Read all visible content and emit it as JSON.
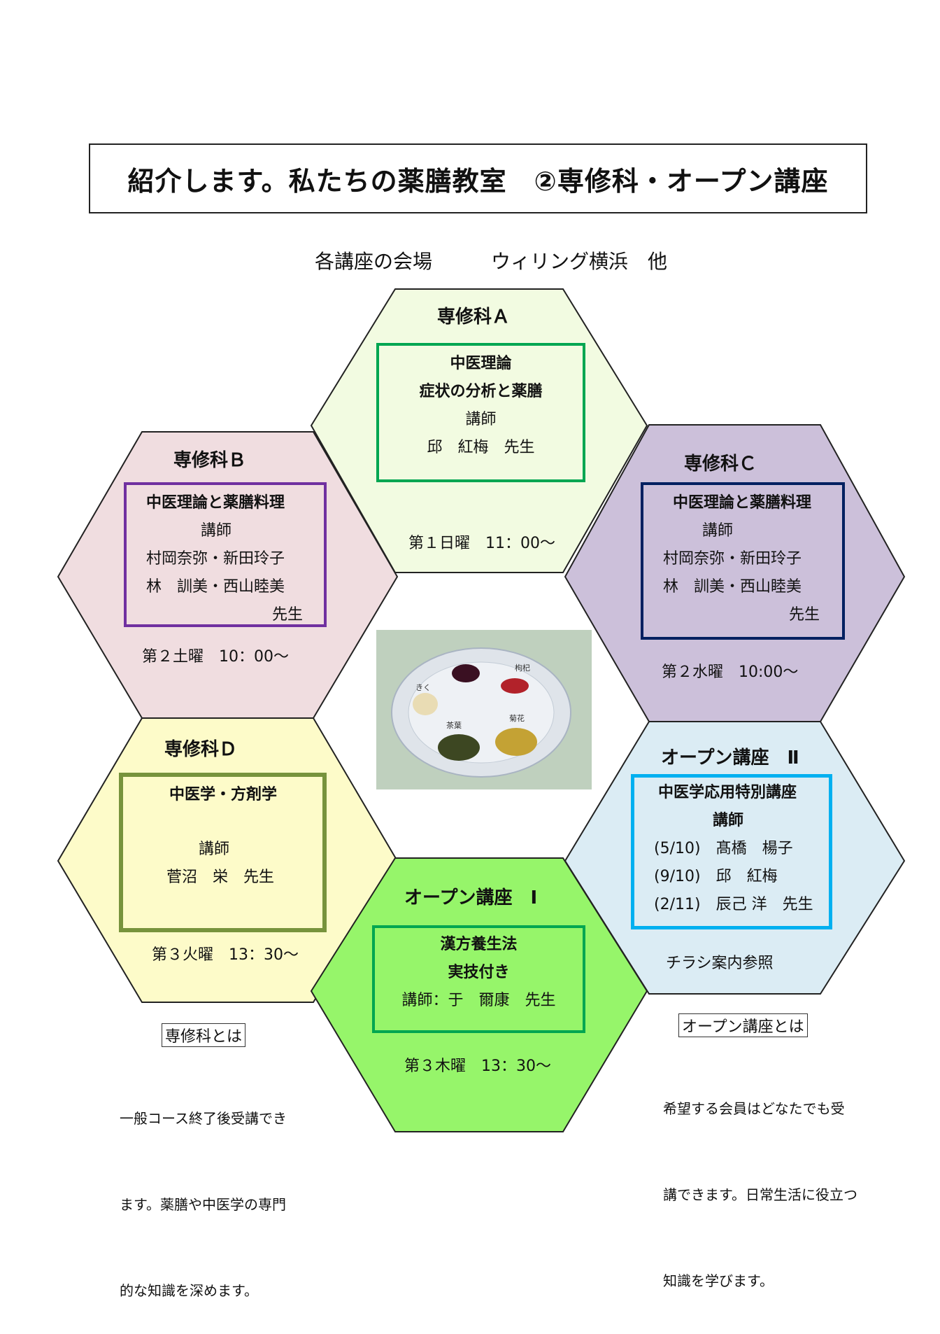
{
  "header": {
    "title": "紹介します。私たちの薬膳教室　②専修科・オープン講座",
    "venue": "各講座の会場　　　ウィリング横浜　他"
  },
  "colors": {
    "hex_a": "#f2fbe1",
    "hex_b": "#f0dde0",
    "hex_c": "#ccc0da",
    "hex_d": "#fdfbc9",
    "hex_open1": "#96f56a",
    "hex_open2": "#dbecf4",
    "border_a": "#00a651",
    "border_b": "#7030a0",
    "border_c": "#002060",
    "border_d": "#77933c",
    "border_open1": "#00a651",
    "border_open2": "#00b0f0"
  },
  "courses": {
    "a": {
      "title": "専修科Ａ",
      "subject1": "中医理論",
      "subject2": "症状の分析と薬膳",
      "teacher_label": "講師",
      "teacher": "邱　紅梅　先生",
      "schedule": "第１日曜　11：00～"
    },
    "b": {
      "title": "専修科Ｂ",
      "subject": "中医理論と薬膳料理",
      "teacher_label": "講師",
      "teacher1": "村岡奈弥・新田玲子",
      "teacher2": "林　訓美・西山睦美",
      "suffix": "先生",
      "schedule": "第２土曜　10：00～"
    },
    "c": {
      "title": "専修科Ｃ",
      "subject": "中医理論と薬膳料理",
      "teacher_label": "講師",
      "teacher1": "村岡奈弥・新田玲子",
      "teacher2": "林　訓美・西山睦美",
      "suffix": "先生",
      "schedule": "第２水曜　10:00～"
    },
    "d": {
      "title": "専修科Ｄ",
      "subject": "中医学・方剤学",
      "teacher_label": "講師",
      "teacher": "菅沼　栄　先生",
      "schedule": "第３火曜　13：30～"
    },
    "open1": {
      "title": "オープン講座　Ⅰ",
      "subject1": "漢方養生法",
      "subject2": "実技付き",
      "teacher": "講師：于　爾康　先生",
      "schedule": "第３木曜　13：30～"
    },
    "open2": {
      "title": "オープン講座　Ⅱ",
      "subject": "中医学応用特別講座",
      "teacher_label": "講師",
      "row1": "(5/10)　髙橋　楊子",
      "row2": "(9/10)　邱　紅梅",
      "row3": "(2/11)　辰己 洋　先生",
      "note": "チラシ案内参照"
    }
  },
  "notes": {
    "senshuka": {
      "heading": "専修科とは",
      "line1": "一般コース終了後受講でき",
      "line2": "ます。薬膳や中医学の専門",
      "line3": "的な知識を深めます。"
    },
    "open": {
      "heading": "オープン講座とは",
      "line1": "希望する会員はどなたでも受",
      "line2": "講できます。日常生活に役立つ",
      "line3": "知識を学びます。"
    }
  },
  "photo": {
    "label1": "きく",
    "label2": "茶葉",
    "label3": "菊花",
    "label4": "枸杞"
  }
}
